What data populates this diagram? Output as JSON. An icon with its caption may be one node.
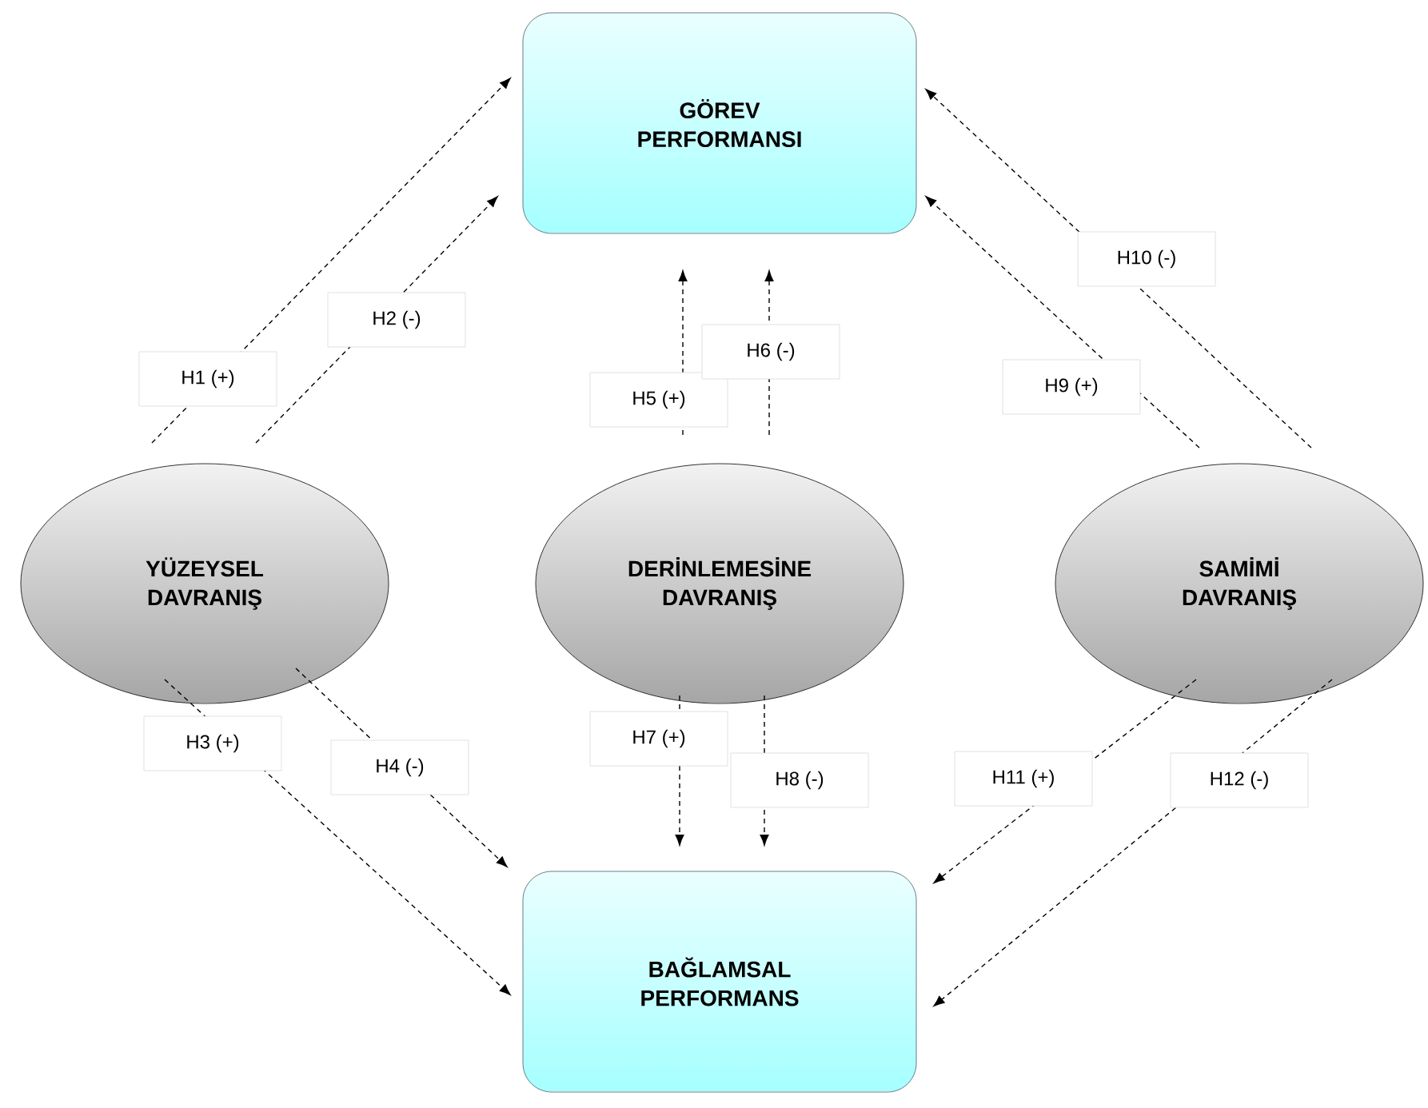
{
  "diagram": {
    "nodes": [
      {
        "text": [
          "GÖREV PERFORMANSI"
        ]
      },
      {
        "text": [
          "YÜZEYSEL DAVRANIŞ"
        ]
      },
      {
        "text": [
          "DERİNLEMESİNE DAVRANIŞ"
        ]
      },
      {
        "text": [
          "SAMİMİ DAVRANIŞ"
        ]
      },
      {
        "text": [
          "BAĞLAMSAL PERFORMANS"
        ]
      }
    ],
    "edges": [
      {
        "from": 1,
        "to": 0,
        "arrow": "to",
        "label": "H1 (+)",
        "style": "dashed"
      },
      {
        "from": 1,
        "to": 0,
        "arrow": "to",
        "label": "H2 (-)",
        "style": "dashed"
      },
      {
        "from": 1,
        "to": 4,
        "arrow": "to",
        "label": "H3 (+)",
        "style": "dashed"
      },
      {
        "from": 1,
        "to": 4,
        "arrow": "to",
        "label": "H4 (-)",
        "style": "dashed"
      },
      {
        "from": 2,
        "to": 0,
        "arrow": "to",
        "label": "H5 (+)",
        "style": "dashed"
      },
      {
        "from": 2,
        "to": 0,
        "arrow": "to",
        "label": "H6 (-)",
        "style": "dashed"
      },
      {
        "from": 2,
        "to": 4,
        "arrow": "to",
        "label": "H7 (+)",
        "style": "dashed"
      },
      {
        "from": 2,
        "to": 4,
        "arrow": "to",
        "label": "H8 (-)",
        "style": "dashed"
      },
      {
        "from": 3,
        "to": 0,
        "arrow": "to",
        "label": "H9 (+)",
        "style": "dashed"
      },
      {
        "from": 3,
        "to": 0,
        "arrow": "to",
        "label": "H10 (-)",
        "style": "dashed"
      },
      {
        "from": 3,
        "to": 4,
        "arrow": "to",
        "label": "H11 (+)",
        "style": "dashed"
      },
      {
        "from": 3,
        "to": 4,
        "arrow": "to",
        "label": "H12 (-)",
        "style": "dashed"
      }
    ]
  }
}
